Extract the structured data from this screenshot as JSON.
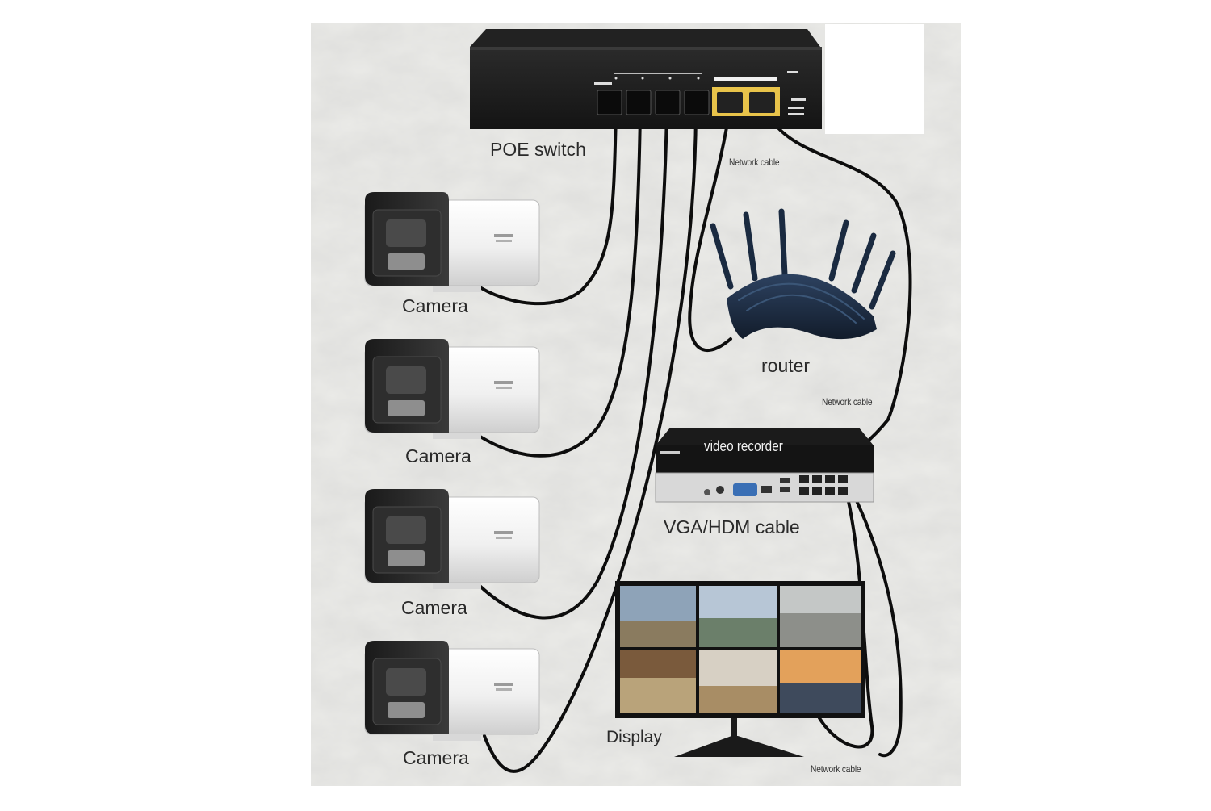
{
  "labels": {
    "poe_switch": "POE switch",
    "network_cable_top": "Network cable",
    "camera_1": "Camera",
    "camera_2": "Camera",
    "camera_3": "Camera",
    "camera_4": "Camera",
    "router": "router",
    "network_cable_mid": "Network cable",
    "video_recorder": "video recorder",
    "vga_hdm_cable": "VGA/HDM cable",
    "display": "Display",
    "network_cable_bottom": "Network cable"
  },
  "colors": {
    "background": "#ffffff",
    "paper": "#e9e9e6",
    "device_body": "#1c1c1c",
    "port_highlight": "#e8c34a",
    "camera_body": "#f3f3f3",
    "camera_face": "#2a2a2a",
    "router_body": "#1f2f45",
    "cable": "#0d0d0d"
  }
}
